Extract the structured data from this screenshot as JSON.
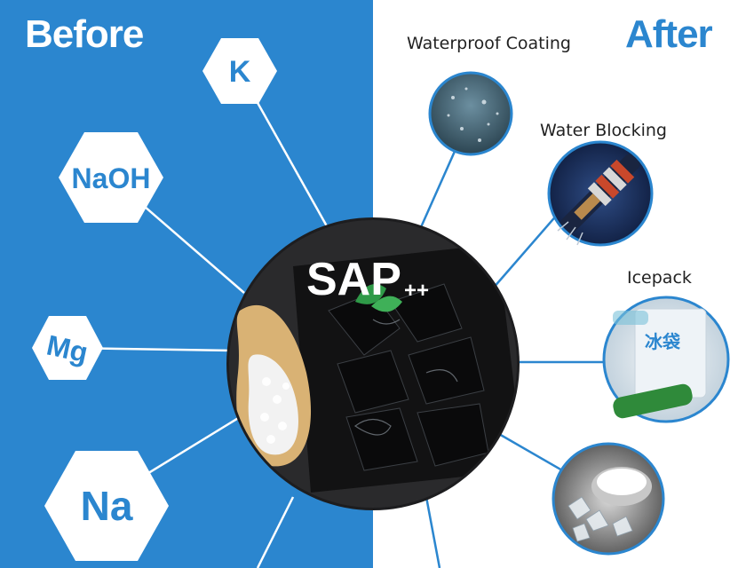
{
  "headings": {
    "before": "Before",
    "after": "After"
  },
  "center": {
    "title": "SAP",
    "suffix": "++"
  },
  "elements": [
    "K",
    "NaOH",
    "Mg",
    "Na"
  ],
  "applications": {
    "waterproof": "Waterproof Coating",
    "water_blocking": "Water Blocking",
    "icepack": "Icepack"
  },
  "colors": {
    "brand_blue": "#2b86cf",
    "white": "#ffffff",
    "dark": "#1a1a1a"
  }
}
